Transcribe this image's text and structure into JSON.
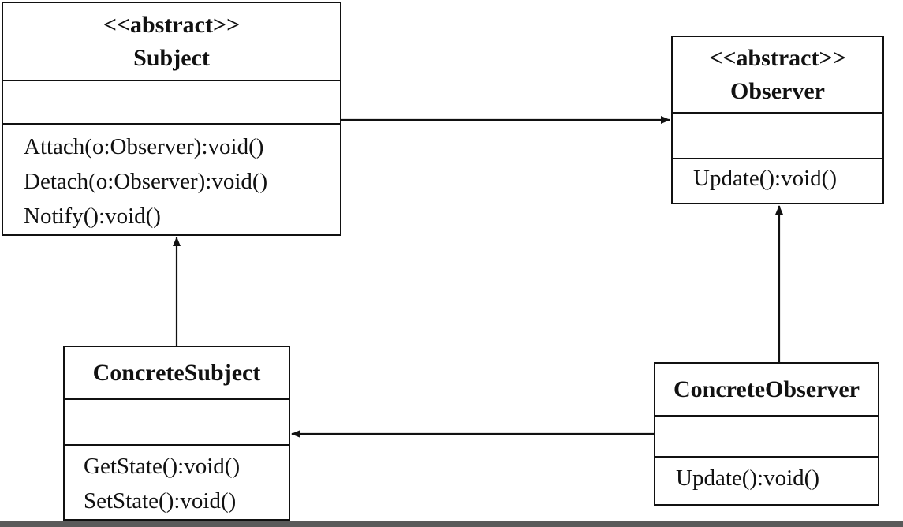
{
  "classes": {
    "subject": {
      "stereotype": "<<abstract>>",
      "name": "Subject",
      "operations": [
        "Attach(o:Observer):void()",
        "Detach(o:Observer):void()",
        "Notify():void()"
      ]
    },
    "observer": {
      "stereotype": "<<abstract>>",
      "name": "Observer",
      "operations": [
        "Update():void()"
      ]
    },
    "concrete_subject": {
      "name": "ConcreteSubject",
      "operations": [
        "GetState():void()",
        "SetState():void()"
      ]
    },
    "concrete_observer": {
      "name": "ConcreteObserver",
      "operations": [
        "Update():void()"
      ]
    }
  },
  "relationships": [
    {
      "from": "subject",
      "to": "observer",
      "kind": "association"
    },
    {
      "from": "concrete_subject",
      "to": "subject",
      "kind": "generalization"
    },
    {
      "from": "concrete_observer",
      "to": "observer",
      "kind": "generalization"
    },
    {
      "from": "concrete_observer",
      "to": "concrete_subject",
      "kind": "association"
    }
  ],
  "colors": {
    "line": "#111111",
    "background": "#ffffff"
  }
}
